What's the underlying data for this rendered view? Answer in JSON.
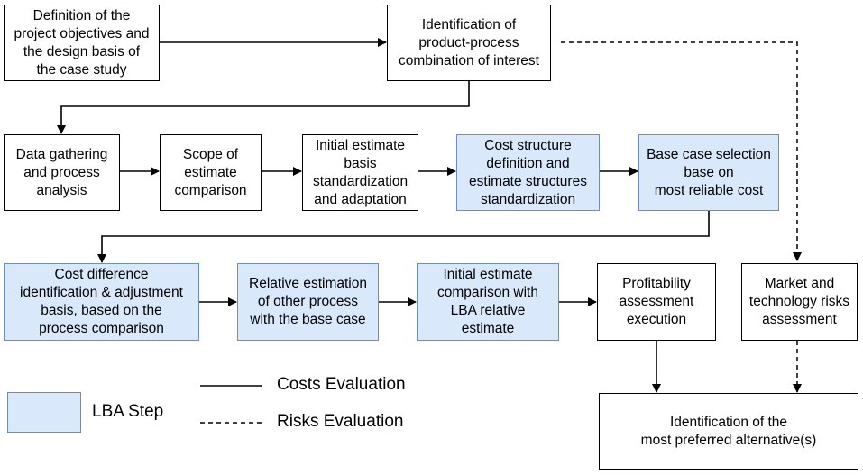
{
  "boxes": {
    "b1": {
      "text": "Definition of the\nproject objectives and\nthe design basis of\nthe case study",
      "lba": false
    },
    "b2": {
      "text": "Identification of\nproduct-process\ncombination of interest",
      "lba": false
    },
    "b3": {
      "text": "Data gathering\nand process\nanalysis",
      "lba": false
    },
    "b4": {
      "text": "Scope of\nestimate\ncomparison",
      "lba": false
    },
    "b5": {
      "text": "Initial estimate\nbasis\nstandardization\nand adaptation",
      "lba": false
    },
    "b6": {
      "text": "Cost structure\ndefinition and\nestimate structures\nstandardization",
      "lba": true
    },
    "b7": {
      "text": "Base case selection\nbase on\nmost reliable cost",
      "lba": true
    },
    "b8": {
      "text": "Cost difference\nidentification & adjustment\nbasis, based on the\nprocess comparison",
      "lba": true
    },
    "b9": {
      "text": "Relative estimation\nof other process\nwith the base case",
      "lba": true
    },
    "b10": {
      "text": "Initial estimate\ncomparison with\nLBA relative\nestimate",
      "lba": true
    },
    "b11": {
      "text": "Profitability\nassessment\nexecution",
      "lba": false
    },
    "b12": {
      "text": "Market and\ntechnology risks\nassessment",
      "lba": false
    },
    "b13": {
      "text": "Identification of the\nmost preferred alternative(s)",
      "lba": false
    }
  },
  "legend": {
    "lba_step": "LBA Step",
    "costs": "Costs Evaluation",
    "risks": "Risks Evaluation"
  },
  "colors": {
    "lba_fill": "#dae8fc",
    "lba_border": "#6c8ebf",
    "line": "#000000"
  }
}
